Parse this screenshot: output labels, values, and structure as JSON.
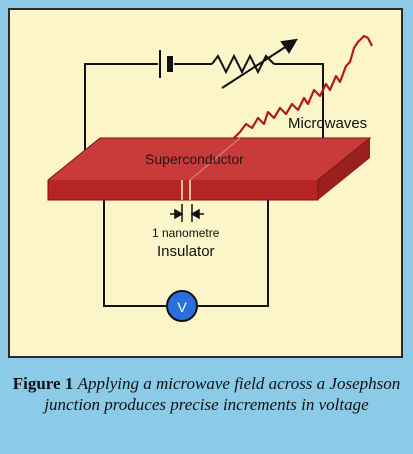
{
  "diagram": {
    "labels": {
      "microwaves": "Microwaves",
      "superconductor": "Superconductor",
      "gap_width": "1 nanometre",
      "insulator": "Insulator",
      "voltmeter": "V"
    },
    "colors": {
      "background": "#8ccbe8",
      "panel": "#fbf5c9",
      "superconductor_top": "#c93a3a",
      "superconductor_front": "#b52525",
      "microwave_wave": "#b21a1a",
      "wire": "#111111",
      "voltmeter": "#2a6fdb"
    }
  },
  "caption": {
    "figure_label": "Figure 1",
    "text": "Applying a microwave field across a Josephson junction produces precise increments in voltage"
  }
}
